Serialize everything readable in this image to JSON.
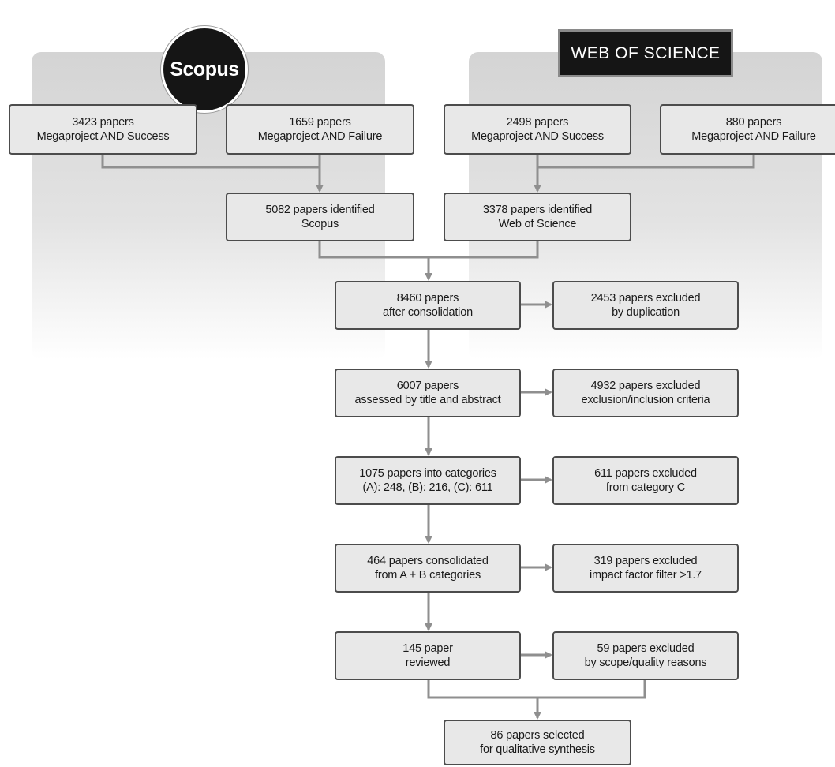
{
  "sources": {
    "scopus_logo": "Scopus",
    "wos_logo": "WEB OF SCIENCE"
  },
  "boxes": {
    "scopus_success": {
      "line1": "3423 papers",
      "line2": "Megaproject AND Success"
    },
    "scopus_failure": {
      "line1": "1659 papers",
      "line2": "Megaproject AND Failure"
    },
    "wos_success": {
      "line1": "2498 papers",
      "line2": "Megaproject AND Success"
    },
    "wos_failure": {
      "line1": "880 papers",
      "line2": "Megaproject AND Failure"
    },
    "scopus_identified": {
      "line1": "5082 papers identified",
      "line2": "Scopus"
    },
    "wos_identified": {
      "line1": "3378 papers identified",
      "line2": "Web of Science"
    },
    "consolidation": {
      "line1": "8460 papers",
      "line2": "after consolidation"
    },
    "duplication_excluded": {
      "line1": "2453 papers excluded",
      "line2": "by duplication"
    },
    "title_abstract": {
      "line1": "6007 papers",
      "line2": "assessed by title and abstract"
    },
    "criteria_excluded": {
      "line1": "4932 papers excluded",
      "line2": "exclusion/inclusion criteria"
    },
    "categories": {
      "line1": "1075 papers into categories",
      "line2": "(A): 248, (B): 216, (C): 611"
    },
    "category_c_excluded": {
      "line1": "611 papers excluded",
      "line2": "from category C"
    },
    "ab_consolidated": {
      "line1": "464 papers consolidated",
      "line2": "from A + B categories"
    },
    "impact_excluded": {
      "line1": "319 papers excluded",
      "line2": "impact factor filter >1.7"
    },
    "reviewed": {
      "line1": "145 paper",
      "line2": "reviewed"
    },
    "scope_excluded": {
      "line1": "59 papers excluded",
      "line2": "by scope/quality reasons"
    },
    "selected": {
      "line1": "86 papers selected",
      "line2": "for qualitative synthesis"
    }
  }
}
